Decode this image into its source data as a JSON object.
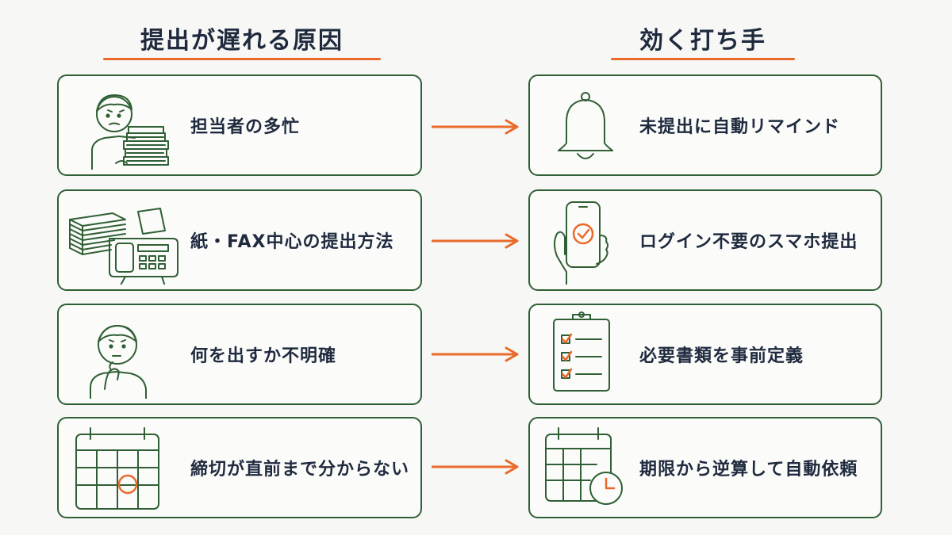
{
  "headings": {
    "causes": "提出が遅れる原因",
    "solutions": "効く打ち手"
  },
  "rows": [
    {
      "cause": "担当者の多忙",
      "cause_icon": "busy-person-with-papers-icon",
      "solution": "未提出に自動リマインド",
      "solution_icon": "bell-icon"
    },
    {
      "cause": "紙・FAX中心の提出方法",
      "cause_icon": "fax-machine-icon",
      "solution": "ログイン不要のスマホ提出",
      "solution_icon": "smartphone-check-icon"
    },
    {
      "cause": "何を出すか不明確",
      "cause_icon": "confused-person-icon",
      "solution": "必要書類を事前定義",
      "solution_icon": "checklist-clipboard-icon"
    },
    {
      "cause": "締切が直前まで分からない",
      "cause_icon": "calendar-deadline-icon",
      "solution": "期限から逆算して自動依頼",
      "solution_icon": "calendar-clock-icon"
    }
  ],
  "colors": {
    "accent": "#ea6a2c",
    "border": "#2f5f35",
    "text": "#1f2a3f",
    "background": "#f7f7f5"
  }
}
